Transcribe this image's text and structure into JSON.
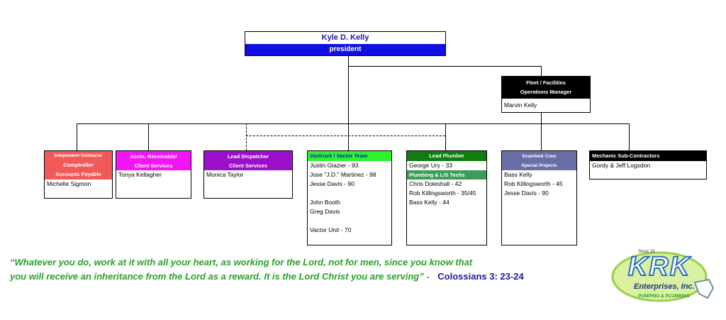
{
  "president": {
    "name": "Kyle D. Kelly",
    "title": "president"
  },
  "fleet": {
    "title_line1": "Fleet / Facilities",
    "title_line2": "Operations Manager",
    "people": [
      "Marvin Kelly"
    ]
  },
  "comptroller": {
    "line1": "Independent Contractor",
    "line2": "Comptroller",
    "line3": "Accounts Payable",
    "people": [
      "Michelle Sigmon"
    ],
    "color": "#f25a5a"
  },
  "accts": {
    "line1": "Accts. Receivable/",
    "line2": "Client Services",
    "people": [
      "Tonya Kellagher"
    ],
    "color": "#f214f2"
  },
  "dispatch": {
    "line1": "Lead Dispatcher",
    "line2": "Client Services",
    "people": [
      "Monica Taylor"
    ],
    "color": "#9b0fc8"
  },
  "vactruck": {
    "title": "Vactruck / Vactor Team",
    "people": [
      "Justin Glazier - 93",
      "Jose \"J.D.\" Martinez - 98",
      "Jesse Davis - 90",
      "",
      "John Booth",
      "Greg Davis",
      "",
      "Vactor Unit - 70"
    ],
    "color": "#2ef22e"
  },
  "plumber": {
    "title": "Lead Plumber",
    "people": [
      "George Ury - 33"
    ],
    "sub_title": "Plumbing & L/S Techs",
    "sub_people": [
      "Chris Doleshall - 42",
      "Rob Killingsworth - 35/45",
      "Bass Kelly - 44"
    ],
    "color": "#0f7d0f",
    "sub_color": "#3c9d5a"
  },
  "drainfield": {
    "line1": "Drainfield Crew",
    "line2": "Special Projects",
    "people": [
      "Bass Kelly",
      "Rob Killingsworth - 45",
      "Jesse Davis - 90"
    ],
    "color": "#6a6ea6"
  },
  "mechanic": {
    "title": "Mechanic Sub-Contractors",
    "people": [
      "Gordy & Jeff Logsdon"
    ]
  },
  "quote": {
    "line1": "“Whatever you do, work at it with all your heart, as working for the Lord, not for men, since you know that",
    "line2": "you will receive an inheritance from the Lord as a reward.  It is the Lord Christ you are serving” -",
    "ref": "Colossians 3: 23-24"
  },
  "logo": {
    "line1": "KRK",
    "line2": "Enterprises, Inc.",
    "line3": "PUMPING & PLUMBING",
    "small": "Since 19"
  },
  "colors": {
    "president_bar": "#1010e0",
    "quote_green": "#2aa02a",
    "ref_blue": "#1a1aa0"
  }
}
